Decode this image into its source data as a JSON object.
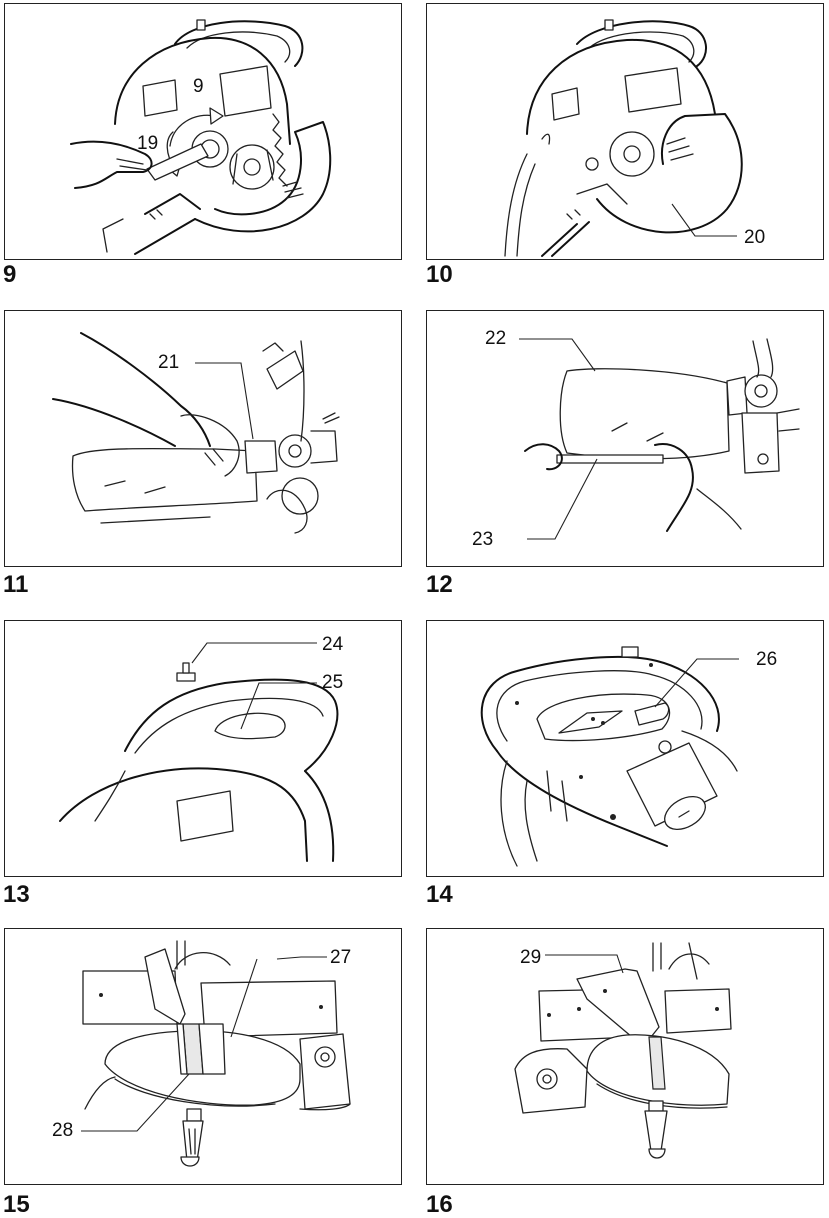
{
  "figures": [
    {
      "number": "9",
      "callouts": [
        "9",
        "19"
      ]
    },
    {
      "number": "10",
      "callouts": [
        "20"
      ]
    },
    {
      "number": "11",
      "callouts": [
        "21"
      ]
    },
    {
      "number": "12",
      "callouts": [
        "22",
        "23"
      ]
    },
    {
      "number": "13",
      "callouts": [
        "24",
        "25"
      ]
    },
    {
      "number": "14",
      "callouts": [
        "26"
      ]
    },
    {
      "number": "15",
      "callouts": [
        "27",
        "28"
      ]
    },
    {
      "number": "16",
      "callouts": [
        "29"
      ]
    }
  ]
}
